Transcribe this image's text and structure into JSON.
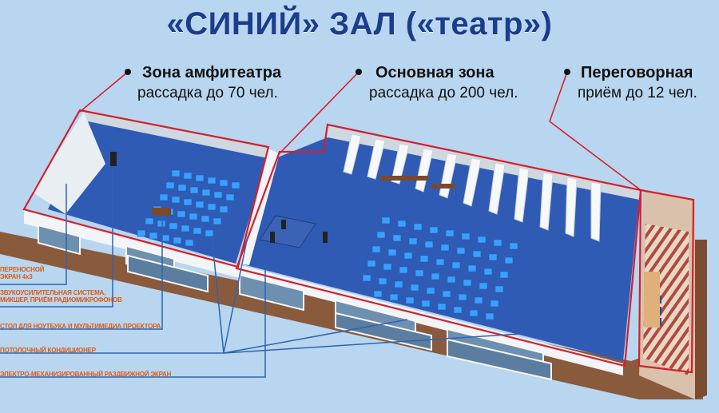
{
  "title": "«СИНИЙ» ЗАЛ («театр»)",
  "zones": {
    "amphitheatre": {
      "name": "Зона амфитеатра",
      "capacity": "рассадка до 70 чел."
    },
    "main": {
      "name": "Основная зона",
      "capacity": "рассадка до 200 чел."
    },
    "meeting": {
      "name": "Переговорная",
      "capacity": "приём до 12 чел."
    }
  },
  "legend": {
    "screen_line1": "ПЕРЕНОСНОЙ",
    "screen_line2": "ЭКРАН 4х3",
    "sound_line1": "ЗВУКОУСИЛИТЕЛЬНАЯ СИСТЕМА,",
    "sound_line2": "МИКШЕР, ПРИЁМ РАДИОМИКРОФОНОВ",
    "laptop": "СТОЛ ДЛЯ НОУТБУКА И МУЛЬТИМЕДИА ПРОЕКТОРА",
    "ac": "ПОТОЛОЧНЫЙ КОНДИЦИОНЕР",
    "motor_screen": "ЭЛЕКТРО-МЕХАНИЗИРОВАННЫЙ РАЗДВИЖНОЙ ЭКРАН"
  },
  "colors": {
    "background": "#b8d6ef",
    "title": "#1c3d8c",
    "zone_outline": "#d61f2c",
    "floor": "#2f5bb5",
    "chair": "#3aa0ff",
    "legend_text": "#e05a10",
    "callout_line": "#2f63b0"
  }
}
